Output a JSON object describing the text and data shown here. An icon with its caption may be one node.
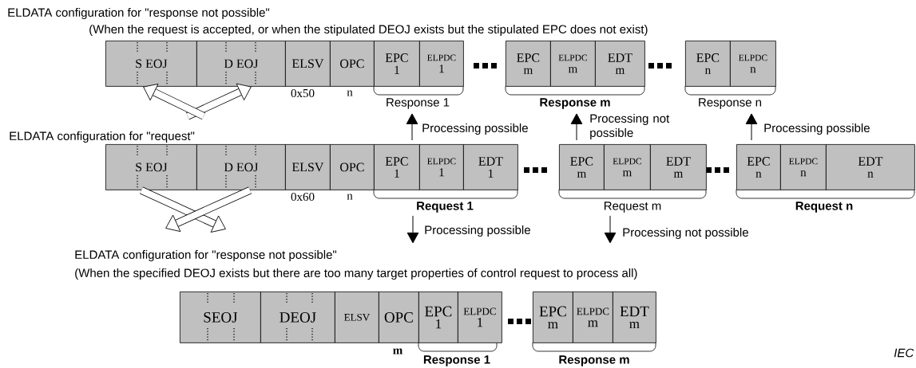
{
  "diagram": {
    "nodes": [
      {
        "text": [
          "S EOJ"
        ]
      },
      {
        "text": [
          "D EOJ"
        ]
      },
      {
        "text": [
          "ELSV"
        ],
        "beside": [
          "0x50"
        ]
      },
      {
        "text": [
          "OPC"
        ],
        "beside": [
          "n"
        ]
      },
      {
        "text": [
          "EPC",
          "1"
        ]
      },
      {
        "text": [
          "ELPDC",
          "1"
        ]
      },
      {
        "text": [
          "EPC",
          "m"
        ]
      },
      {
        "text": [
          "ELPDC",
          "m"
        ]
      },
      {
        "text": [
          "EDT",
          "m"
        ]
      },
      {
        "text": [
          "EPC",
          "n"
        ]
      },
      {
        "text": [
          "ELPDC",
          "n"
        ]
      },
      {
        "text": [
          "Response 1"
        ]
      },
      {
        "text": [
          "Response m"
        ]
      },
      {
        "text": [
          "Response n"
        ]
      },
      {
        "text": [
          "S EOJ"
        ]
      },
      {
        "text": [
          "D EOJ"
        ]
      },
      {
        "text": [
          "ELSV"
        ],
        "beside": [
          "0x60"
        ]
      },
      {
        "text": [
          "OPC"
        ],
        "beside": [
          "n"
        ]
      },
      {
        "text": [
          "EPC",
          "1"
        ]
      },
      {
        "text": [
          "ELPDC",
          "1"
        ]
      },
      {
        "text": [
          "EDT",
          "1"
        ]
      },
      {
        "text": [
          "EPC",
          "m"
        ]
      },
      {
        "text": [
          "ELPDC",
          "m"
        ]
      },
      {
        "text": [
          "EDT",
          "m"
        ]
      },
      {
        "text": [
          "EPC",
          "n"
        ]
      },
      {
        "text": [
          "ELPDC",
          "n"
        ]
      },
      {
        "text": [
          "EDT",
          "n"
        ]
      },
      {
        "text": [
          "Request 1"
        ]
      },
      {
        "text": [
          "Request m"
        ]
      },
      {
        "text": [
          "SEOJ"
        ]
      },
      {
        "text": [
          "DEOJ"
        ]
      },
      {
        "text": [
          "ELSV"
        ]
      },
      {
        "text": [
          "OPC"
        ],
        "beside": [
          "m"
        ]
      },
      {
        "text": [
          "EPC",
          "1"
        ]
      },
      {
        "text": [
          "ELPDC",
          "1"
        ]
      },
      {
        "text": [
          "EPC",
          "m"
        ]
      },
      {
        "text": [
          "ELPDC",
          "m"
        ]
      },
      {
        "text": [
          "EDT",
          "m"
        ]
      }
    ],
    "edges": [
      {
        "from": 18,
        "to": 11,
        "arrow": "to",
        "label": "Processing possible"
      },
      {
        "from": 21,
        "to": 12,
        "arrow": "to",
        "label": "Processing not possible"
      },
      {
        "from": 24,
        "to": 13,
        "arrow": "to",
        "label": "Processing possible"
      },
      {
        "from": 27,
        "to": null,
        "arrow": "to",
        "label": "Processing possible"
      },
      {
        "from": 28,
        "to": null,
        "arrow": "to",
        "label": "Processing not possible"
      },
      {
        "from": null,
        "to": 1,
        "arrow": "to",
        "style": "thick"
      },
      {
        "from": null,
        "to": 0,
        "arrow": "to",
        "style": "thick"
      },
      {
        "from": 14,
        "to": null,
        "arrow": "to",
        "style": "thick"
      },
      {
        "from": 15,
        "to": null,
        "arrow": "to",
        "style": "thick"
      }
    ],
    "labels": [
      "ELDATA configuration for \"response not possible\"",
      "(When the request is accepted, or when the stipulated DEOJ exists but the stipulated EPC does not exist)",
      "ELDATA configuration for \"request\"",
      "Request n",
      "ELDATA configuration for \"response not possible\"",
      "(When the specified DEOJ exists but there are too many target properties of control request to process all)",
      "Response 1",
      "Response m",
      "IEC"
    ]
  }
}
